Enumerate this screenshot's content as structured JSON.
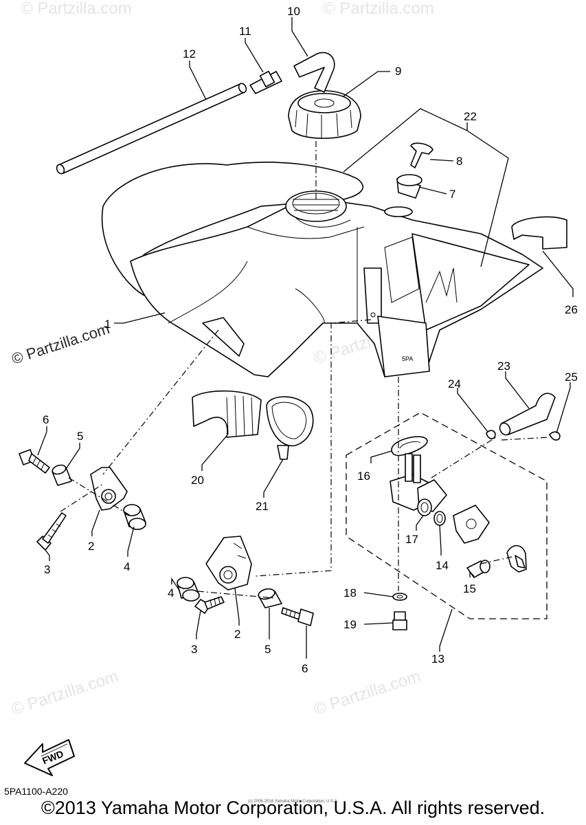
{
  "diagram": {
    "diagram_code": "5PA1100-A220",
    "copyright": "©2013 Yamaha Motor Corporation, U.S.A. All rights reserved.",
    "small_copyright": "(c) 2006-2016 Yamaha Motor Corporation, U.S.A.",
    "watermark": "© Partzilla.com",
    "fwd_label": "FWD",
    "callouts": [
      "1",
      "2",
      "3",
      "4",
      "5",
      "6",
      "7",
      "8",
      "9",
      "10",
      "11",
      "12",
      "13",
      "14",
      "15",
      "16",
      "17",
      "18",
      "19",
      "20",
      "21",
      "22",
      "23",
      "24",
      "25",
      "26"
    ],
    "extra_callouts": [
      "2",
      "3",
      "4",
      "5",
      "6"
    ]
  }
}
